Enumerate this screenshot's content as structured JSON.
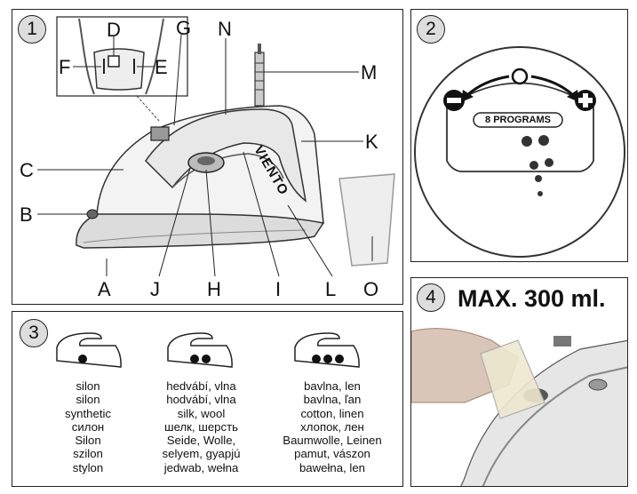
{
  "panel1": {
    "number": "1",
    "labels": {
      "A": "A",
      "B": "B",
      "C": "C",
      "D": "D",
      "E": "E",
      "F": "F",
      "G": "G",
      "H": "H",
      "I": "I",
      "J": "J",
      "K": "K",
      "L": "L",
      "M": "M",
      "N": "N",
      "O": "O"
    },
    "brand": "VIENTO"
  },
  "panel2": {
    "number": "2",
    "programs_label": "8 PROGRAMS",
    "minus_icon": "minus-circle-icon",
    "plus_icon": "plus-circle-icon"
  },
  "panel3": {
    "number": "3",
    "columns": [
      {
        "dots": 1,
        "icon": "iron-one-dot-icon",
        "lines": [
          "silon",
          "silon",
          "synthetic",
          "силон",
          "Silon",
          "szilon",
          "stylon"
        ]
      },
      {
        "dots": 2,
        "icon": "iron-two-dots-icon",
        "lines": [
          "hedvábí, vlna",
          "hodvábí, vlna",
          "silk, wool",
          "шелк, шерсть",
          "Seide, Wolle,",
          "selyem, gyapjú",
          "jedwab, wełna"
        ]
      },
      {
        "dots": 3,
        "icon": "iron-three-dots-icon",
        "lines": [
          "bavlna, len",
          "bavlna, ľan",
          "cotton, linen",
          "хлопок, лен",
          "Baumwolle, Leinen",
          "pamut, vászon",
          "bawełna, len"
        ]
      }
    ]
  },
  "panel4": {
    "number": "4",
    "title": "MAX. 300 ml."
  }
}
